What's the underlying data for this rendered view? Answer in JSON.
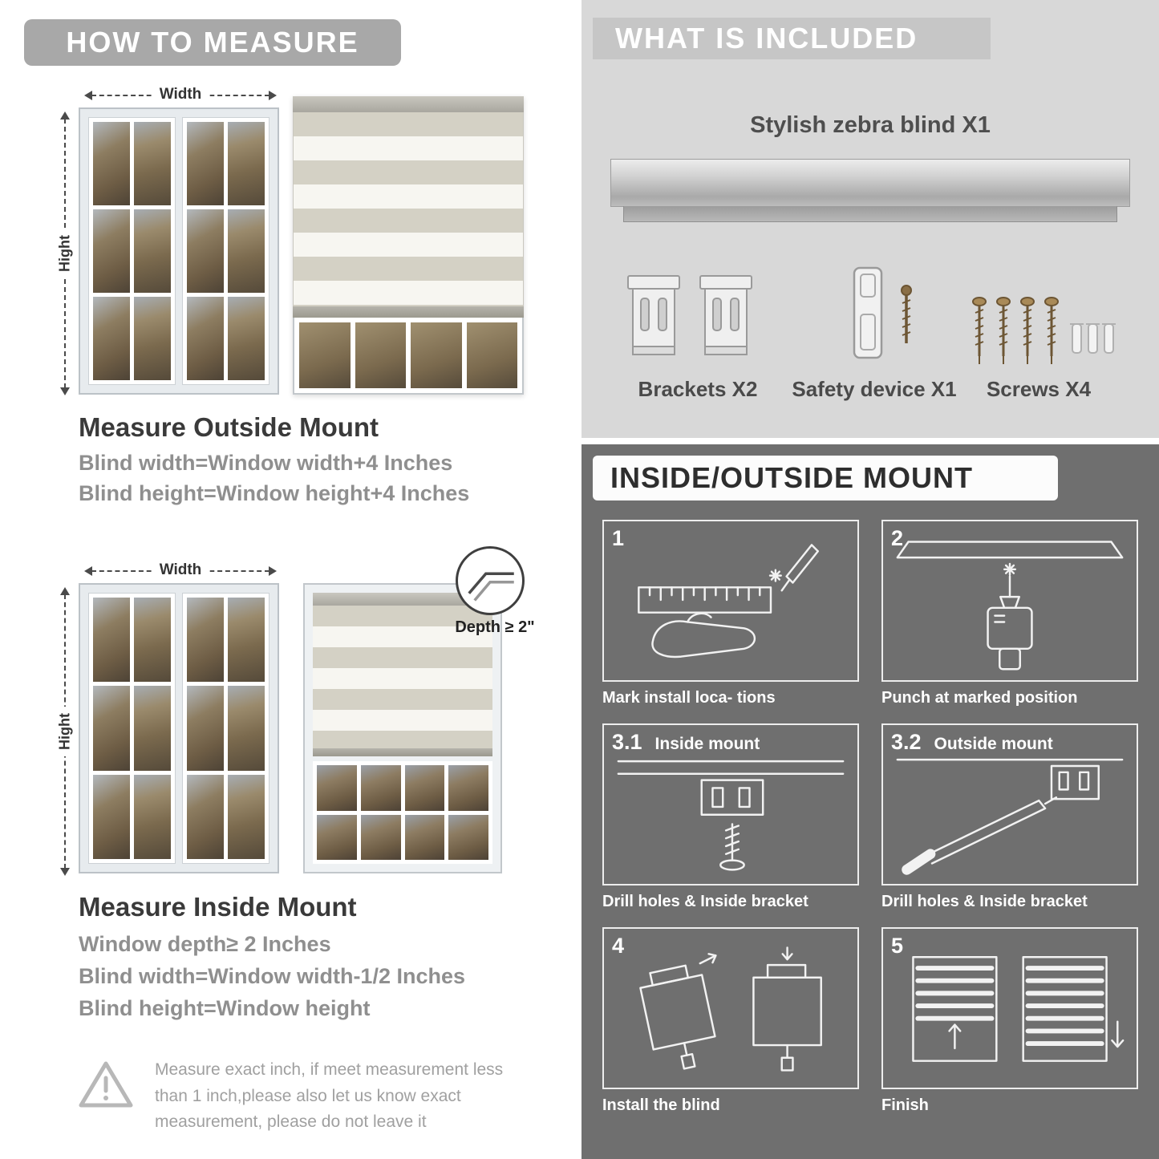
{
  "left": {
    "header": "HOW TO MEASURE",
    "outside": {
      "width_label": "Width",
      "height_label": "Hight",
      "title": "Measure Outside Mount",
      "lines": [
        "Blind width=Window width+4 Inches",
        "Blind height=Window height+4 Inches"
      ]
    },
    "inside": {
      "width_label": "Width",
      "height_label": "Hight",
      "depth_label": "Depth ≥ 2\"",
      "title": "Measure Inside Mount",
      "lines": [
        "Window depth≥ 2 Inches",
        "Blind width=Window width-1/2 Inches",
        "Blind height=Window height"
      ]
    },
    "warning_text": "Measure exact inch, if meet measurement less than 1 inch,please also let us know exact measurement, please do not leave it"
  },
  "included": {
    "header": "WHAT IS INCLUDED",
    "product_label": "Stylish zebra blind X1",
    "part_labels": [
      "Brackets X2",
      "Safety device X1",
      "Screws X4"
    ]
  },
  "mount": {
    "header": "INSIDE/OUTSIDE MOUNT",
    "steps": [
      {
        "num": "1",
        "title": "",
        "caption": "Mark install loca- tions"
      },
      {
        "num": "2",
        "title": "",
        "caption": "Punch at  marked position"
      },
      {
        "num": "3.1",
        "title": "Inside mount",
        "caption": "Drill holes &  Inside bracket"
      },
      {
        "num": "3.2",
        "title": "Outside mount",
        "caption": "Drill holes &  Inside bracket"
      },
      {
        "num": "4",
        "title": "",
        "caption": "Install the blind"
      },
      {
        "num": "5",
        "title": "",
        "caption": "Finish"
      }
    ]
  },
  "colors": {
    "header_gray": "#a8a8a8",
    "panel_light": "#d8d8d8",
    "panel_dark": "#6f6f6f",
    "accent_text": "#8f8f8f"
  }
}
